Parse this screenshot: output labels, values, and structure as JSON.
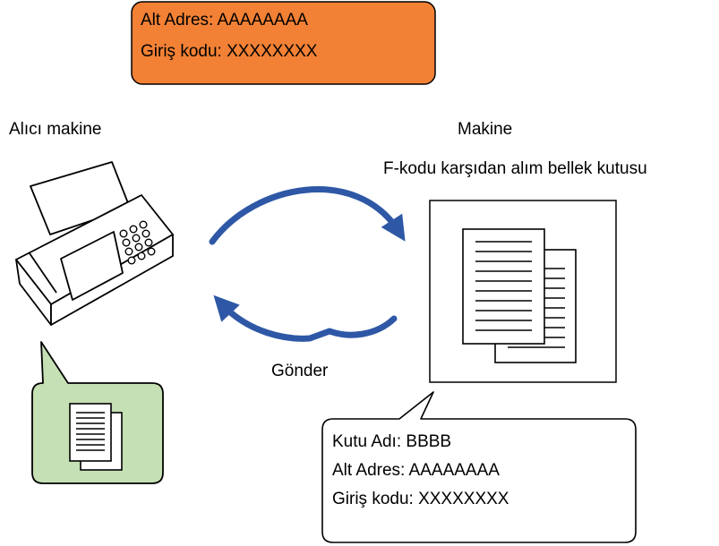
{
  "top_callout": {
    "line1": "Alt Adres: AAAAAAAA",
    "line2": "Giriş kodu: XXXXXXXX",
    "fill": "#F28135"
  },
  "receiver": {
    "label": "Alıcı makine"
  },
  "machine": {
    "label": "Makine",
    "box_label": "F-kodu karşıdan alım bellek kutusu"
  },
  "send_label": "Gönder",
  "bottom_callout": {
    "line1": "Kutu Adı: BBBB",
    "line2": "Alt Adres: AAAAAAAA",
    "line3": "Giriş kodu: XXXXXXXX"
  },
  "colors": {
    "arrow": "#2E58A6",
    "doc_bubble": "#C5E0B4",
    "outline": "#000000"
  }
}
